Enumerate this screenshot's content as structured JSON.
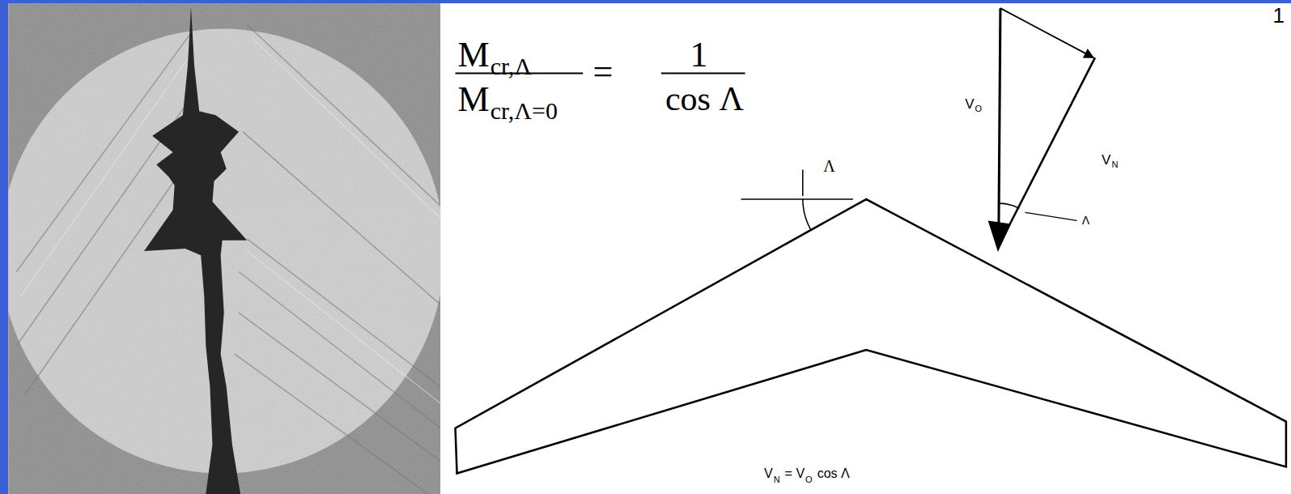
{
  "diagram": {
    "labels": [
      "M",
      "cr,Λ",
      "M",
      "cr,Λ=0",
      "=",
      "1",
      "cos Λ",
      "Λ",
      "V",
      "O",
      "V",
      "N",
      "Λ",
      "V",
      "N",
      "= V",
      "O",
      "cos Λ",
      "1"
    ]
  }
}
